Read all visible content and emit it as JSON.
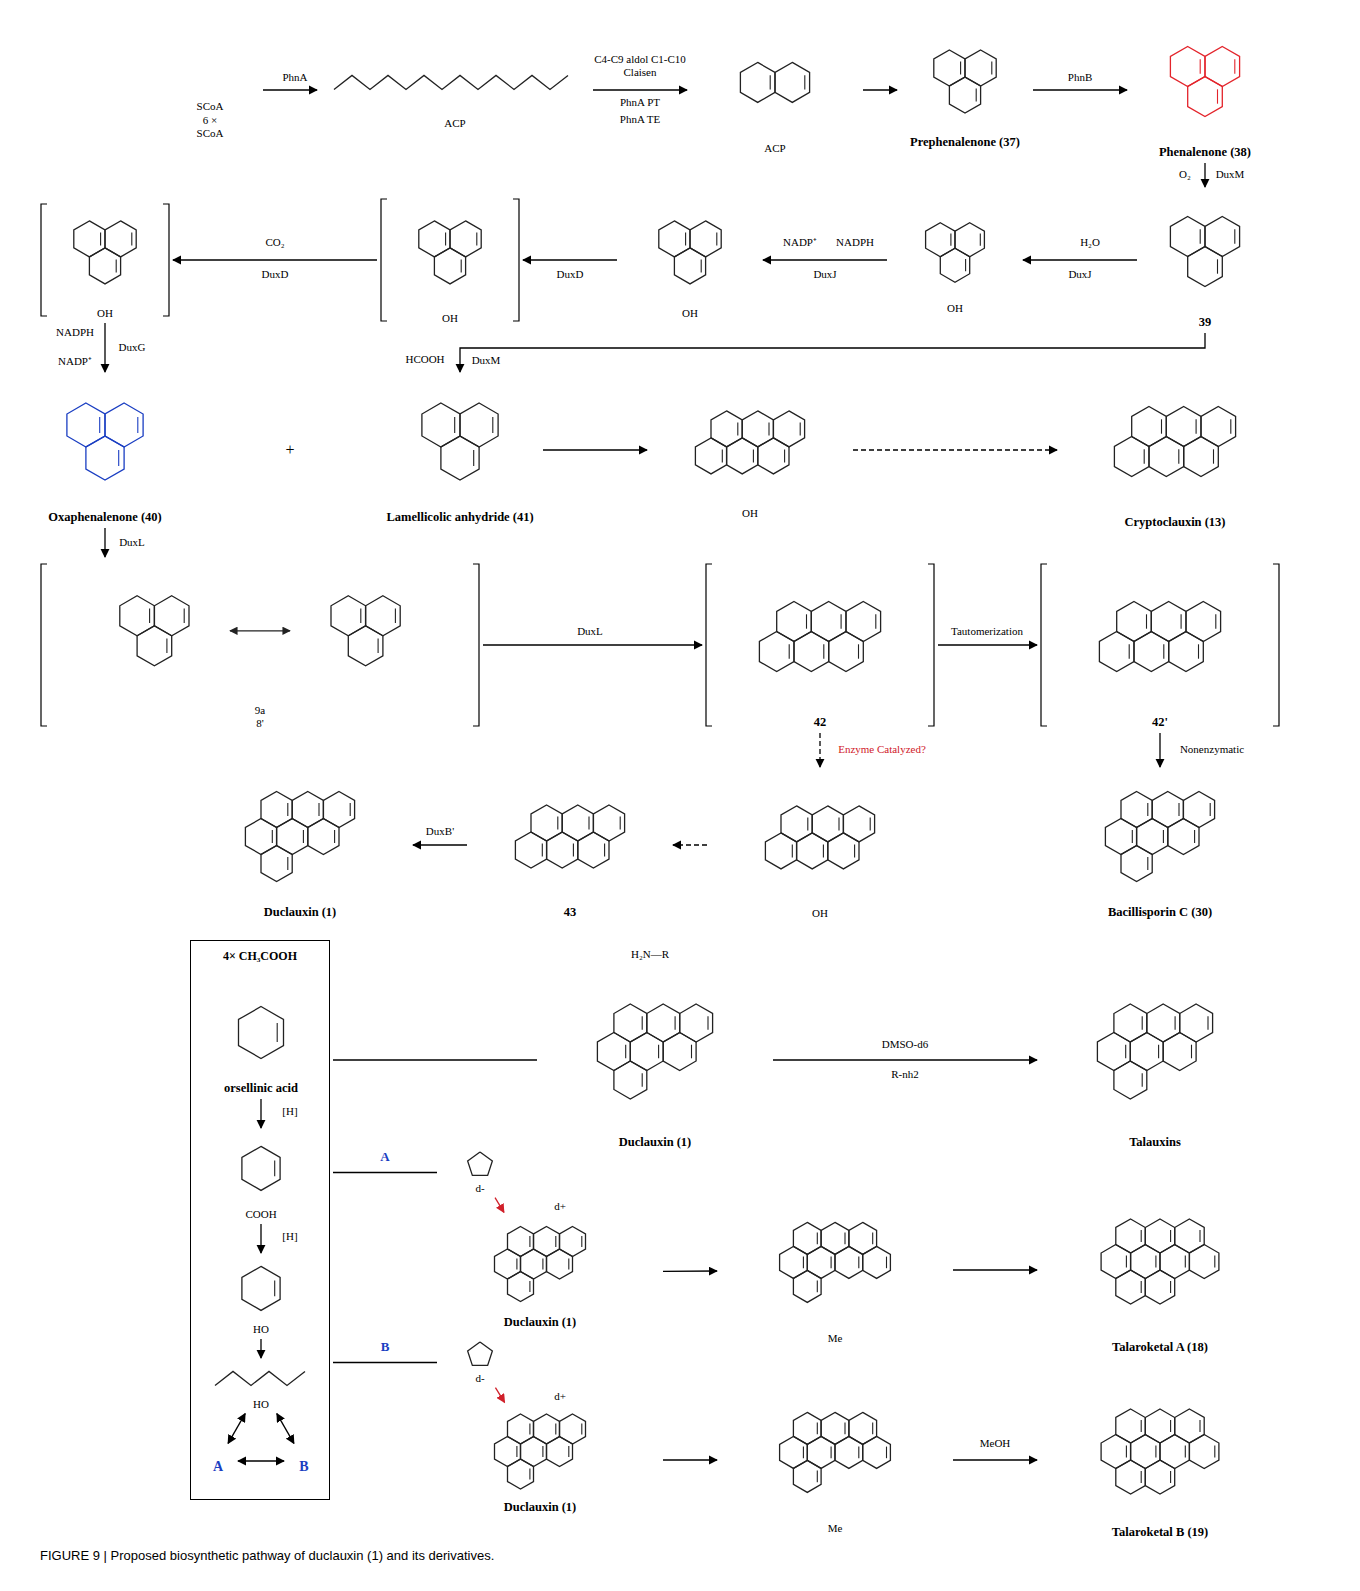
{
  "diagram": {
    "caption": "FIGURE 9 | Proposed biosynthetic pathway of duclauxin (1) and its derivatives.",
    "nodes": [
      {
        "text": [
          "SCoA",
          "6 ×",
          "SCoA"
        ]
      },
      {
        "text": [
          "ACP"
        ]
      },
      {
        "text": [
          "ACP"
        ]
      },
      {
        "text": [
          "Prephenalenone (37)"
        ]
      },
      {
        "text": [
          "Phenalenone (38)"
        ]
      },
      {
        "text": [
          "39"
        ]
      },
      {
        "text": [
          "OH"
        ]
      },
      {
        "text": [
          "OH"
        ]
      },
      {
        "text": [
          "OH"
        ]
      },
      {
        "text": [
          "OH"
        ]
      },
      {
        "text": [
          "Oxaphenalenone (40)"
        ]
      },
      {
        "text": [
          "Lamellicolic anhydride (41)"
        ]
      },
      {
        "text": [
          "OH"
        ]
      },
      {
        "text": [
          "Cryptoclauxin (13)"
        ]
      },
      {
        "text": [
          "9a",
          "8'"
        ]
      },
      {
        "text": [
          "42"
        ]
      },
      {
        "text": [
          "42'"
        ]
      },
      {
        "text": [
          "Duclauxin (1)"
        ]
      },
      {
        "text": [
          "43"
        ]
      },
      {
        "text": [
          "OH"
        ]
      },
      {
        "text": [
          "Bacillisporin C (30)"
        ]
      },
      {
        "text": [
          "4× CH₃COOH"
        ]
      },
      {
        "text": [
          "orsellinic acid"
        ],
        "in": 21
      },
      {
        "text": [
          "COOH"
        ],
        "in": 21
      },
      {
        "text": [
          "HO"
        ],
        "in": 21
      },
      {
        "text": [
          "HO"
        ],
        "in": 21
      },
      {
        "text": [
          "A"
        ],
        "in": 21
      },
      {
        "text": [
          "B"
        ],
        "in": 21
      },
      {
        "text": [
          "Duclauxin (1)"
        ]
      },
      {
        "text": [
          "Talauxins"
        ]
      },
      {
        "text": [
          "d-"
        ]
      },
      {
        "text": [
          "Duclauxin (1)"
        ]
      },
      {
        "text": [
          "Me"
        ]
      },
      {
        "text": [
          "Talaroketal A (18)"
        ]
      },
      {
        "text": [
          "d-"
        ]
      },
      {
        "text": [
          "Duclauxin (1)"
        ]
      },
      {
        "text": [
          "Me"
        ]
      },
      {
        "text": [
          "Talaroketal B (19)"
        ]
      }
    ],
    "edges": [
      {
        "from": 0,
        "to": 1,
        "arrow": "to",
        "label": "PhnA"
      },
      {
        "from": 1,
        "to": 2,
        "arrow": "to",
        "label": "C4-C9 aldol C1-C10 Claisen"
      },
      {
        "from": 2,
        "to": 3,
        "arrow": "to"
      },
      {
        "from": 3,
        "to": 4,
        "arrow": "to",
        "label": "PhnB"
      },
      {
        "from": 4,
        "to": 5,
        "arrow": "to",
        "label": "DuxM"
      },
      {
        "from": 5,
        "to": 6,
        "arrow": "to",
        "label": "DuxJ"
      },
      {
        "from": 6,
        "to": 7,
        "arrow": "to",
        "label": "DuxJ"
      },
      {
        "from": 7,
        "to": 8,
        "arrow": "to",
        "label": "DuxD"
      },
      {
        "from": 8,
        "to": 9,
        "arrow": "to",
        "label": "DuxD"
      },
      {
        "from": 9,
        "to": 10,
        "arrow": "to",
        "label": "DuxG"
      },
      {
        "from": 5,
        "to": 11,
        "arrow": "to",
        "label": "DuxM"
      },
      {
        "from": 11,
        "to": 12,
        "arrow": "to"
      },
      {
        "from": 12,
        "to": 13,
        "arrow": "to"
      },
      {
        "from": 10,
        "to": 14,
        "arrow": "to",
        "label": "DuxL"
      },
      {
        "from": 14,
        "to": 15,
        "arrow": "to",
        "label": "DuxL"
      },
      {
        "from": 15,
        "to": 16,
        "arrow": "to",
        "label": "Tautomerization"
      },
      {
        "from": 16,
        "to": 20,
        "arrow": "to",
        "label": "Nonenzymatic"
      },
      {
        "from": 15,
        "to": 19,
        "arrow": "to",
        "label": "Enzyme Catalyzed?"
      },
      {
        "from": 19,
        "to": 18,
        "arrow": "to"
      },
      {
        "from": 18,
        "to": 17,
        "arrow": "to",
        "label": "DuxB'"
      },
      {
        "from": 21,
        "to": 28,
        "arrow": "none"
      },
      {
        "from": 21,
        "to": 30,
        "arrow": "none",
        "label": "A"
      },
      {
        "from": 21,
        "to": 34,
        "arrow": "none",
        "label": "B"
      },
      {
        "from": 28,
        "to": 29,
        "arrow": "to",
        "label": "DMSO-d6"
      },
      {
        "from": 30,
        "to": 31,
        "arrow": "to"
      },
      {
        "from": 31,
        "to": 32,
        "arrow": "to"
      },
      {
        "from": 32,
        "to": 33,
        "arrow": "to"
      },
      {
        "from": 34,
        "to": 35,
        "arrow": "to"
      },
      {
        "from": 35,
        "to": 36,
        "arrow": "to"
      },
      {
        "from": 36,
        "to": 37,
        "arrow": "to",
        "label": "MeOH"
      },
      {
        "from": 22,
        "to": 23,
        "arrow": "to",
        "label": "[H]"
      },
      {
        "from": 23,
        "to": 24,
        "arrow": "to",
        "label": "[H]"
      },
      {
        "from": 24,
        "to": 25,
        "arrow": "to"
      },
      {
        "from": 25,
        "to": 26,
        "arrow": "both"
      },
      {
        "from": 25,
        "to": 27,
        "arrow": "both"
      },
      {
        "from": 26,
        "to": 27,
        "arrow": "both"
      }
    ],
    "labels": [
      "O₂",
      "H₂O",
      "NADP⁺",
      "NADPH",
      "HCOOH",
      "CO₂",
      "NADPH",
      "NADP⁺",
      "+",
      "PhnA PT",
      "PhnA TE",
      "R-nh2",
      "H₂N—R",
      "d+",
      "d+"
    ]
  }
}
